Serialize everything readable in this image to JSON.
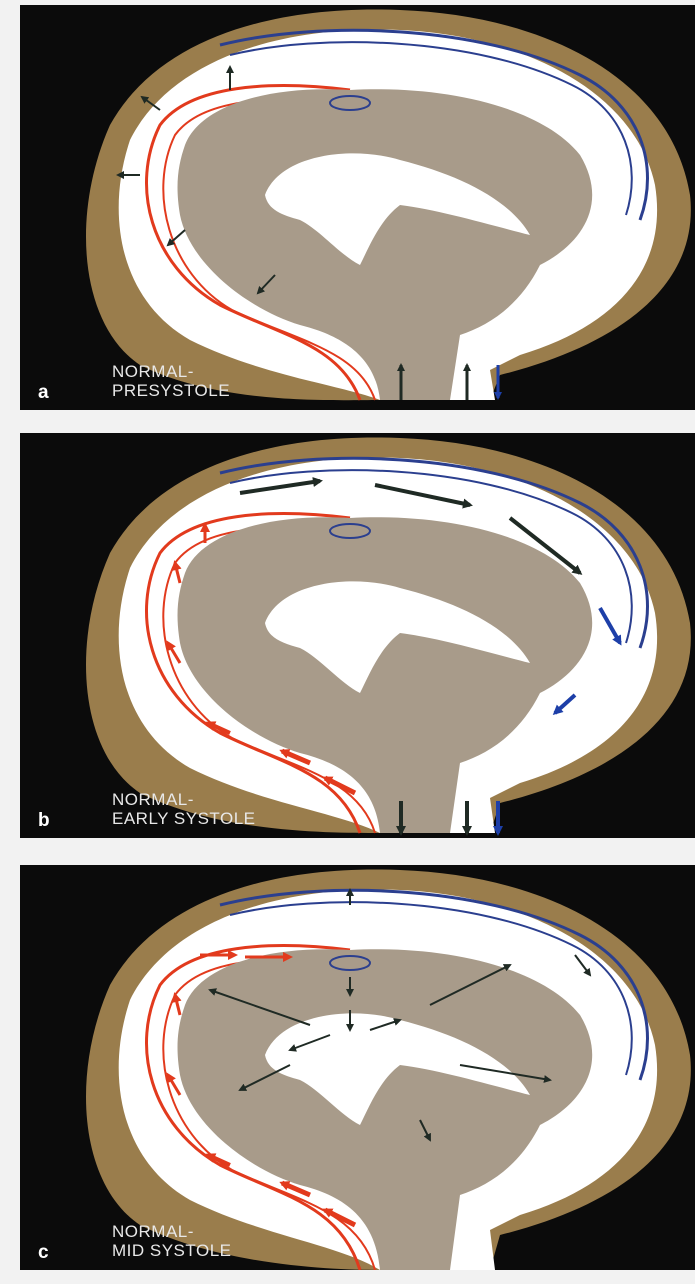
{
  "colors": {
    "background": "#0b0b0b",
    "page": "#f2f2f2",
    "skull": "#9a7d4c",
    "brain": "#a89b8a",
    "csf": "#ffffff",
    "venous": "#2b3f8f",
    "arterial": "#e23a1d",
    "flow_arrow": "#1f2a24"
  },
  "panels": [
    {
      "letter": "a",
      "caption_line1": "NORMAL-",
      "caption_line2": "PRESYSTOLE"
    },
    {
      "letter": "b",
      "caption_line1": "NORMAL-",
      "caption_line2": "EARLY SYSTOLE"
    },
    {
      "letter": "c",
      "caption_line1": "NORMAL-",
      "caption_line2": "MID SYSTOLE"
    }
  ]
}
